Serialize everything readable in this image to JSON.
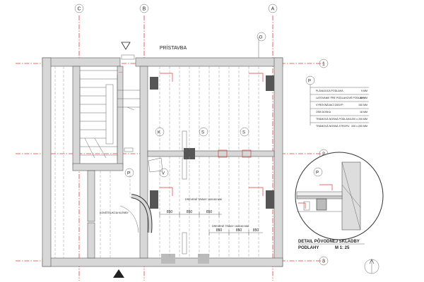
{
  "axes": {
    "columns": [
      "C",
      "B",
      "A"
    ],
    "rows": [
      "1",
      "2",
      "3"
    ]
  },
  "plan_labels": {
    "extension_title": "PRÍSTAVBA",
    "tag_o1": "O",
    "tag_k1": "K",
    "tag_s1a": "S",
    "tag_s1b": "S",
    "tag_p1": "P",
    "tag_v1": "V",
    "vault_note": "KONŠTRUKCIA KLENBY",
    "dim_850": "850",
    "beam_note_upper": "DREVENÉ TRÁMY 160/160 MM",
    "beam_note_lower": "DREVENÉ TRÁMY 160/160 MM"
  },
  "legend": {
    "tag": "P",
    "layers": [
      {
        "name": "PLÁVAJÚCA PODLAHA",
        "value": "9 MM"
      },
      {
        "name": "LATOVANIE PRE PODLAHOVÉ PODLAHY",
        "value": "30 MM"
      },
      {
        "name": "VYROVNÁVACÍ ZÁSYP",
        "value": "150 MM"
      },
      {
        "name": "OSB DOSKA",
        "value": "18 MM"
      },
      {
        "name": "TRÁMOVÁ NOSNÁ PODLAHA",
        "value": "200 x 200 MM"
      },
      {
        "name": "TRÁMOVÁ NOSNÁ STROPU",
        "value": "200 x 200 MM"
      }
    ]
  },
  "detail": {
    "tag": "P",
    "title_line1": "DETAIL PÔVODNEJ SKLADBY",
    "title_line2": "PODLAHY",
    "scale": "M 1: 25"
  },
  "colors": {
    "axis": "#e23a3a",
    "line": "#333333",
    "hatch": "#d7d7d7"
  },
  "icons": [
    "section-arrow-icon",
    "north-arrow-icon"
  ]
}
